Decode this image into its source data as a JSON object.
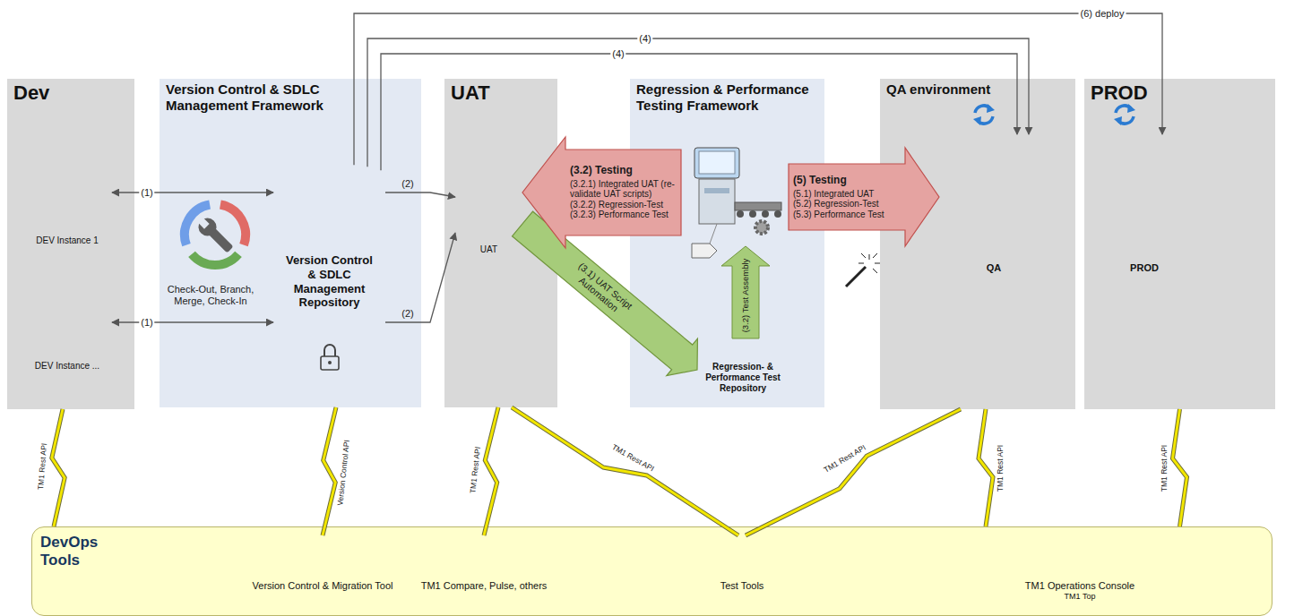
{
  "diagram": {
    "nodes": [
      {
        "text": [
          "Dev"
        ]
      },
      {
        "text": [
          "DEV Instance 1"
        ],
        "in": 0
      },
      {
        "text": [
          "DEV Instance ..."
        ],
        "in": 0
      },
      {
        "text": [
          "Version Control & SDLC Management Framework"
        ]
      },
      {
        "text": [
          "Version Control & SDLC Management Repository"
        ],
        "in": 3
      },
      {
        "text": [
          "UAT"
        ]
      },
      {
        "text": [
          "UAT"
        ],
        "in": 5
      },
      {
        "text": [
          "Regression & Performance Testing Framework"
        ]
      },
      {
        "text": [
          "Regression- & Performance Test Repository"
        ],
        "in": 7
      },
      {
        "text": [
          "QA environment"
        ]
      },
      {
        "text": [
          "QA"
        ],
        "in": 9
      },
      {
        "text": [
          "PROD"
        ]
      },
      {
        "text": [
          "PROD"
        ],
        "in": 11
      },
      {
        "text": [
          "DevOps Tools"
        ]
      },
      {
        "text": [
          "Version Control & Migration Tool"
        ],
        "in": 13
      },
      {
        "text": [
          "TM1 Compare, Pulse, others"
        ],
        "in": 13
      },
      {
        "text": [
          "Test Tools"
        ],
        "in": 13
      },
      {
        "text": [
          "TM1 Operations Console",
          "TM1 Top"
        ],
        "in": 13
      }
    ],
    "edges": [
      {
        "from": 1,
        "to": 4,
        "arrow": "both",
        "label": "(1)"
      },
      {
        "from": 2,
        "to": 4,
        "arrow": "both",
        "label": "(1)"
      },
      {
        "from": 4,
        "to": 6,
        "arrow": "to",
        "label": "(2)"
      },
      {
        "from": 4,
        "to": 6,
        "arrow": "to",
        "label": "(2)"
      },
      {
        "from": 4,
        "to": 10,
        "arrow": "to",
        "label": "(4)"
      },
      {
        "from": 4,
        "to": 10,
        "arrow": "to",
        "label": "(4)"
      },
      {
        "from": 4,
        "to": 12,
        "arrow": "to",
        "label": "(6) deploy"
      },
      {
        "from": 6,
        "to": 8,
        "arrow": "to",
        "label": "(3.1) UAT Script Automation"
      },
      {
        "from": 7,
        "to": 6,
        "arrow": "to",
        "label": "(3.2) Testing"
      },
      {
        "from": 7,
        "to": 10,
        "arrow": "to",
        "label": "(5) Testing"
      },
      {
        "from": 0,
        "to": 13,
        "arrow": "none",
        "label": "TM1 Rest API"
      },
      {
        "from": 3,
        "to": 14,
        "arrow": "none",
        "label": "Version Control API"
      },
      {
        "from": 5,
        "to": 15,
        "arrow": "none",
        "label": "TM1 Rest API"
      },
      {
        "from": 5,
        "to": 16,
        "arrow": "none",
        "label": "TM1 Rest API"
      },
      {
        "from": 9,
        "to": 16,
        "arrow": "none",
        "label": "TM1 Rest API"
      },
      {
        "from": 9,
        "to": 13,
        "arrow": "none",
        "label": "TM1 Rest API"
      },
      {
        "from": 11,
        "to": 13,
        "arrow": "none",
        "label": "TM1 Rest API"
      }
    ],
    "labels": [
      "Check-Out, Branch, Merge, Check-In",
      "(3.2.1) Integrated UAT (re-validate UAT scripts)",
      "(3.2.2) Regression-Test",
      "(3.2.3) Performance Test",
      "(3.2) Test Assembly",
      "(5.1) Integrated UAT",
      "(5.2) Regression-Test",
      "(5.3) Performance Test"
    ]
  }
}
